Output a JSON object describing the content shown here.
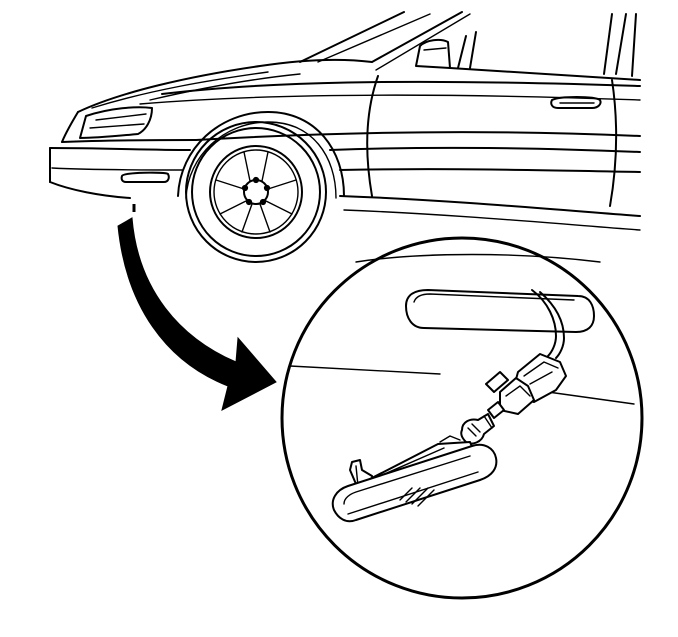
{
  "diagram": {
    "type": "technical-illustration",
    "subject": "side-marker-lamp-bulb-replacement",
    "colors": {
      "line": "#000000",
      "background": "#ffffff"
    },
    "parts": [
      "vehicle-front-left",
      "front-wheel",
      "side-marker-location",
      "callout-arrow",
      "detail-magnifier",
      "side-marker-lens",
      "mounting-clip",
      "bulb",
      "bulb-socket",
      "wiring-harness",
      "bumper-marker-opening"
    ]
  }
}
